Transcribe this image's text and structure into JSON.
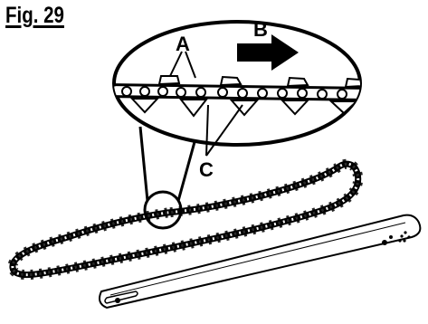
{
  "figure": {
    "title": "Fig. 29",
    "callouts": {
      "a": "A",
      "b": "B",
      "c": "C"
    },
    "colors": {
      "ink": "#000000",
      "paper": "#ffffff"
    }
  }
}
